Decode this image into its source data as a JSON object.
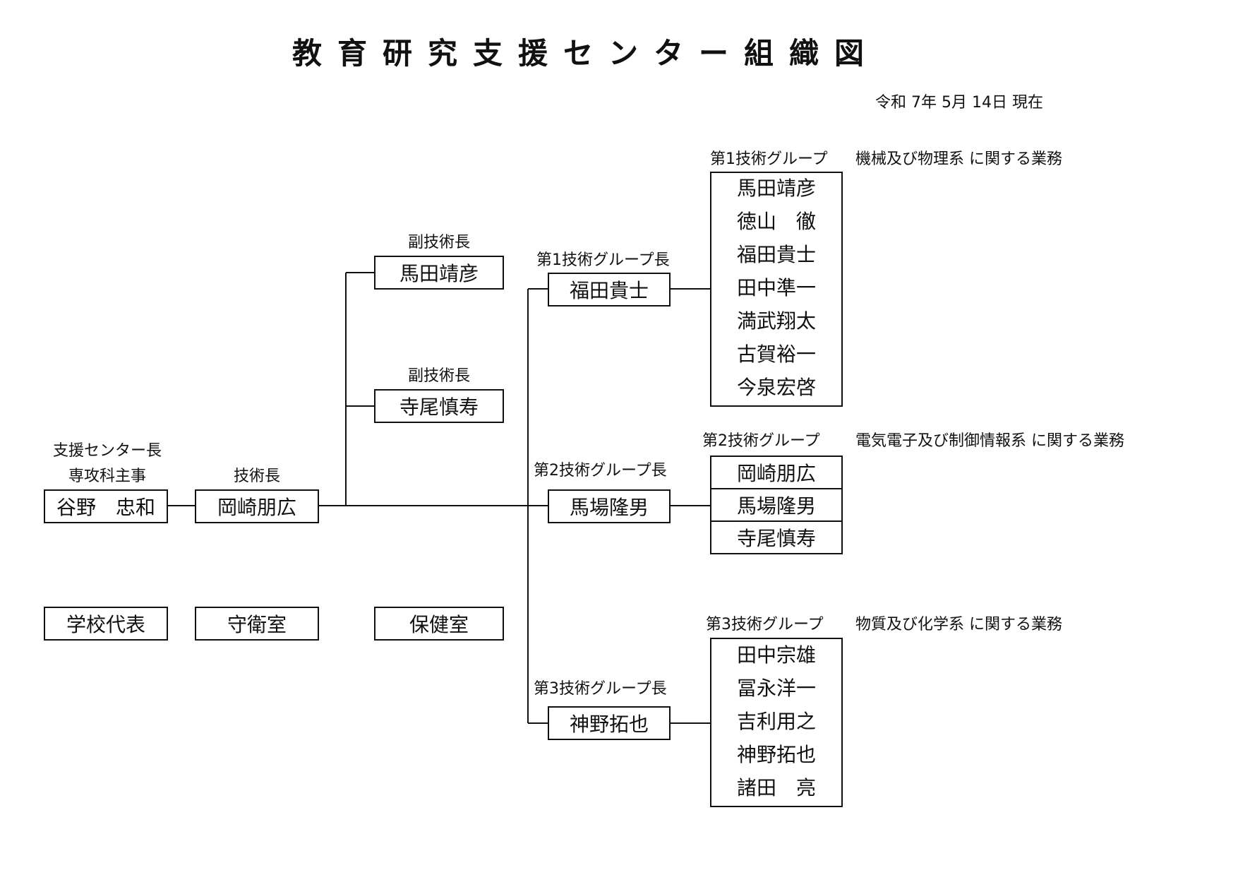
{
  "title": "教育研究支援センター組織図",
  "date": "令和 7年 5月 14日 現在",
  "director": {
    "role1": "支援センター長",
    "role2": "専攻科主事",
    "name": "谷野　忠和"
  },
  "chief": {
    "role": "技術長",
    "name": "岡崎朋広"
  },
  "deputies": [
    {
      "role": "副技術長",
      "name": "馬田靖彦"
    },
    {
      "role": "副技術長",
      "name": "寺尾慎寿"
    }
  ],
  "other_units": [
    "学校代表",
    "守衛室",
    "保健室"
  ],
  "groups": [
    {
      "leader_role": "第1技術グループ長",
      "leader_name": "福田貴士",
      "label": "第1技術グループ",
      "duty": "機械及び物理系 に関する業務",
      "members": [
        "馬田靖彦",
        "徳山　徹",
        "福田貴士",
        "田中準一",
        "満武翔太",
        "古賀裕一",
        "今泉宏啓"
      ]
    },
    {
      "leader_role": "第2技術グループ長",
      "leader_name": "馬場隆男",
      "label": "第2技術グループ",
      "duty": "電気電子及び制御情報系 に関する業務",
      "members": [
        "岡崎朋広",
        "馬場隆男",
        "寺尾慎寿"
      ]
    },
    {
      "leader_role": "第3技術グループ長",
      "leader_name": "神野拓也",
      "label": "第3技術グループ",
      "duty": "物質及び化学系 に関する業務",
      "members": [
        "田中宗雄",
        "冨永洋一",
        "吉利用之",
        "神野拓也",
        "諸田　亮"
      ]
    }
  ]
}
